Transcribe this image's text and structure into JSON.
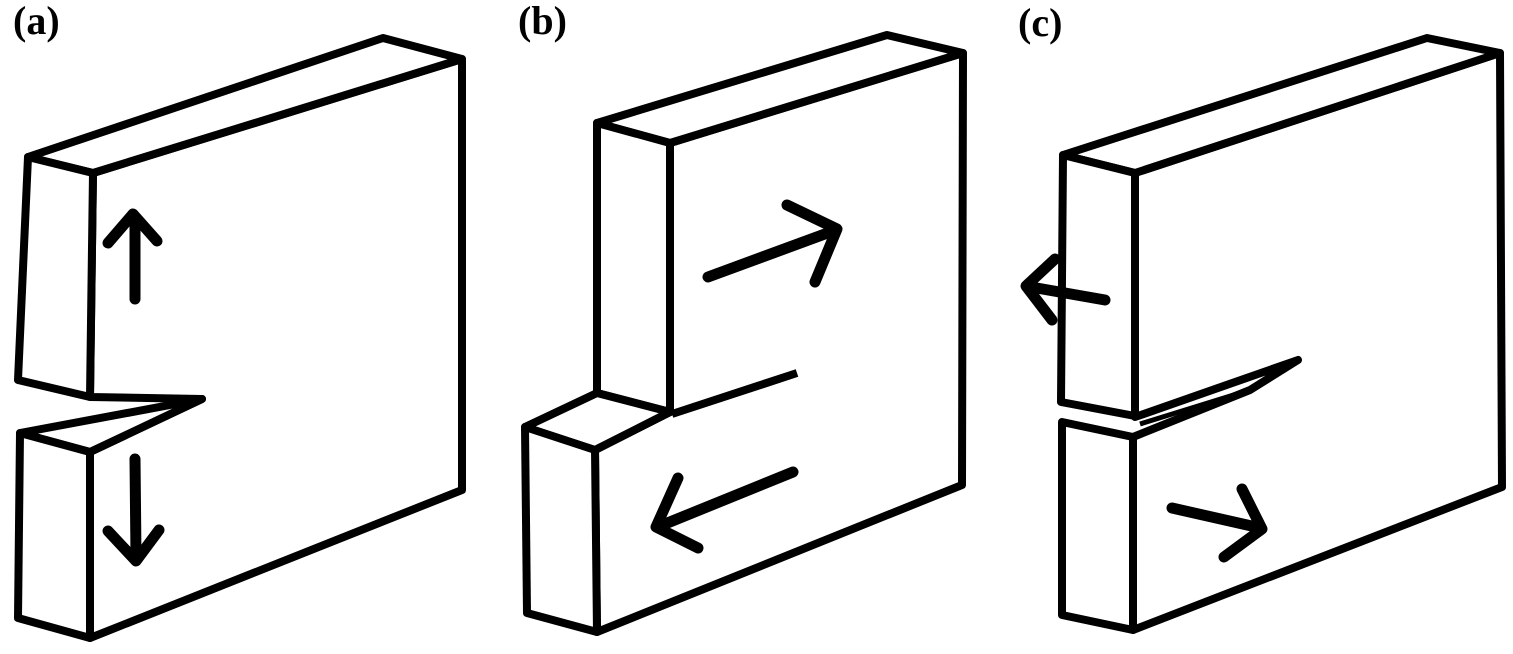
{
  "figure": {
    "background_color": "#ffffff",
    "line_color": "#000000",
    "panels": [
      {
        "label": "(a)",
        "arrow_icons": [
          "up-arrow-icon",
          "down-arrow-icon"
        ]
      },
      {
        "label": "(b)",
        "arrow_icons": [
          "up-right-arrow-icon",
          "down-left-arrow-icon"
        ]
      },
      {
        "label": "(c)",
        "arrow_icons": [
          "left-arrow-icon",
          "right-arrow-icon"
        ]
      }
    ]
  }
}
